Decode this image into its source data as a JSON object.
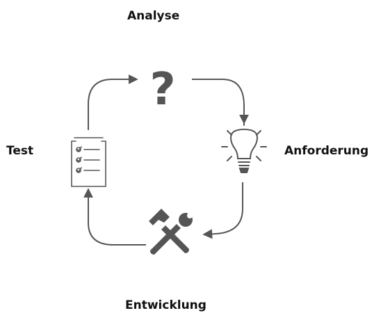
{
  "cycle": {
    "steps": [
      {
        "label": "Analyse",
        "icon": "question-mark-icon"
      },
      {
        "label": "Anforderung",
        "icon": "lightbulb-icon"
      },
      {
        "label": "Entwicklung",
        "icon": "hammer-wrench-icon"
      },
      {
        "label": "Test",
        "icon": "checklist-icon"
      }
    ],
    "question_glyph": "?",
    "colors": {
      "icon": "#555555",
      "arrow": "#555555",
      "text": "#111111"
    }
  }
}
